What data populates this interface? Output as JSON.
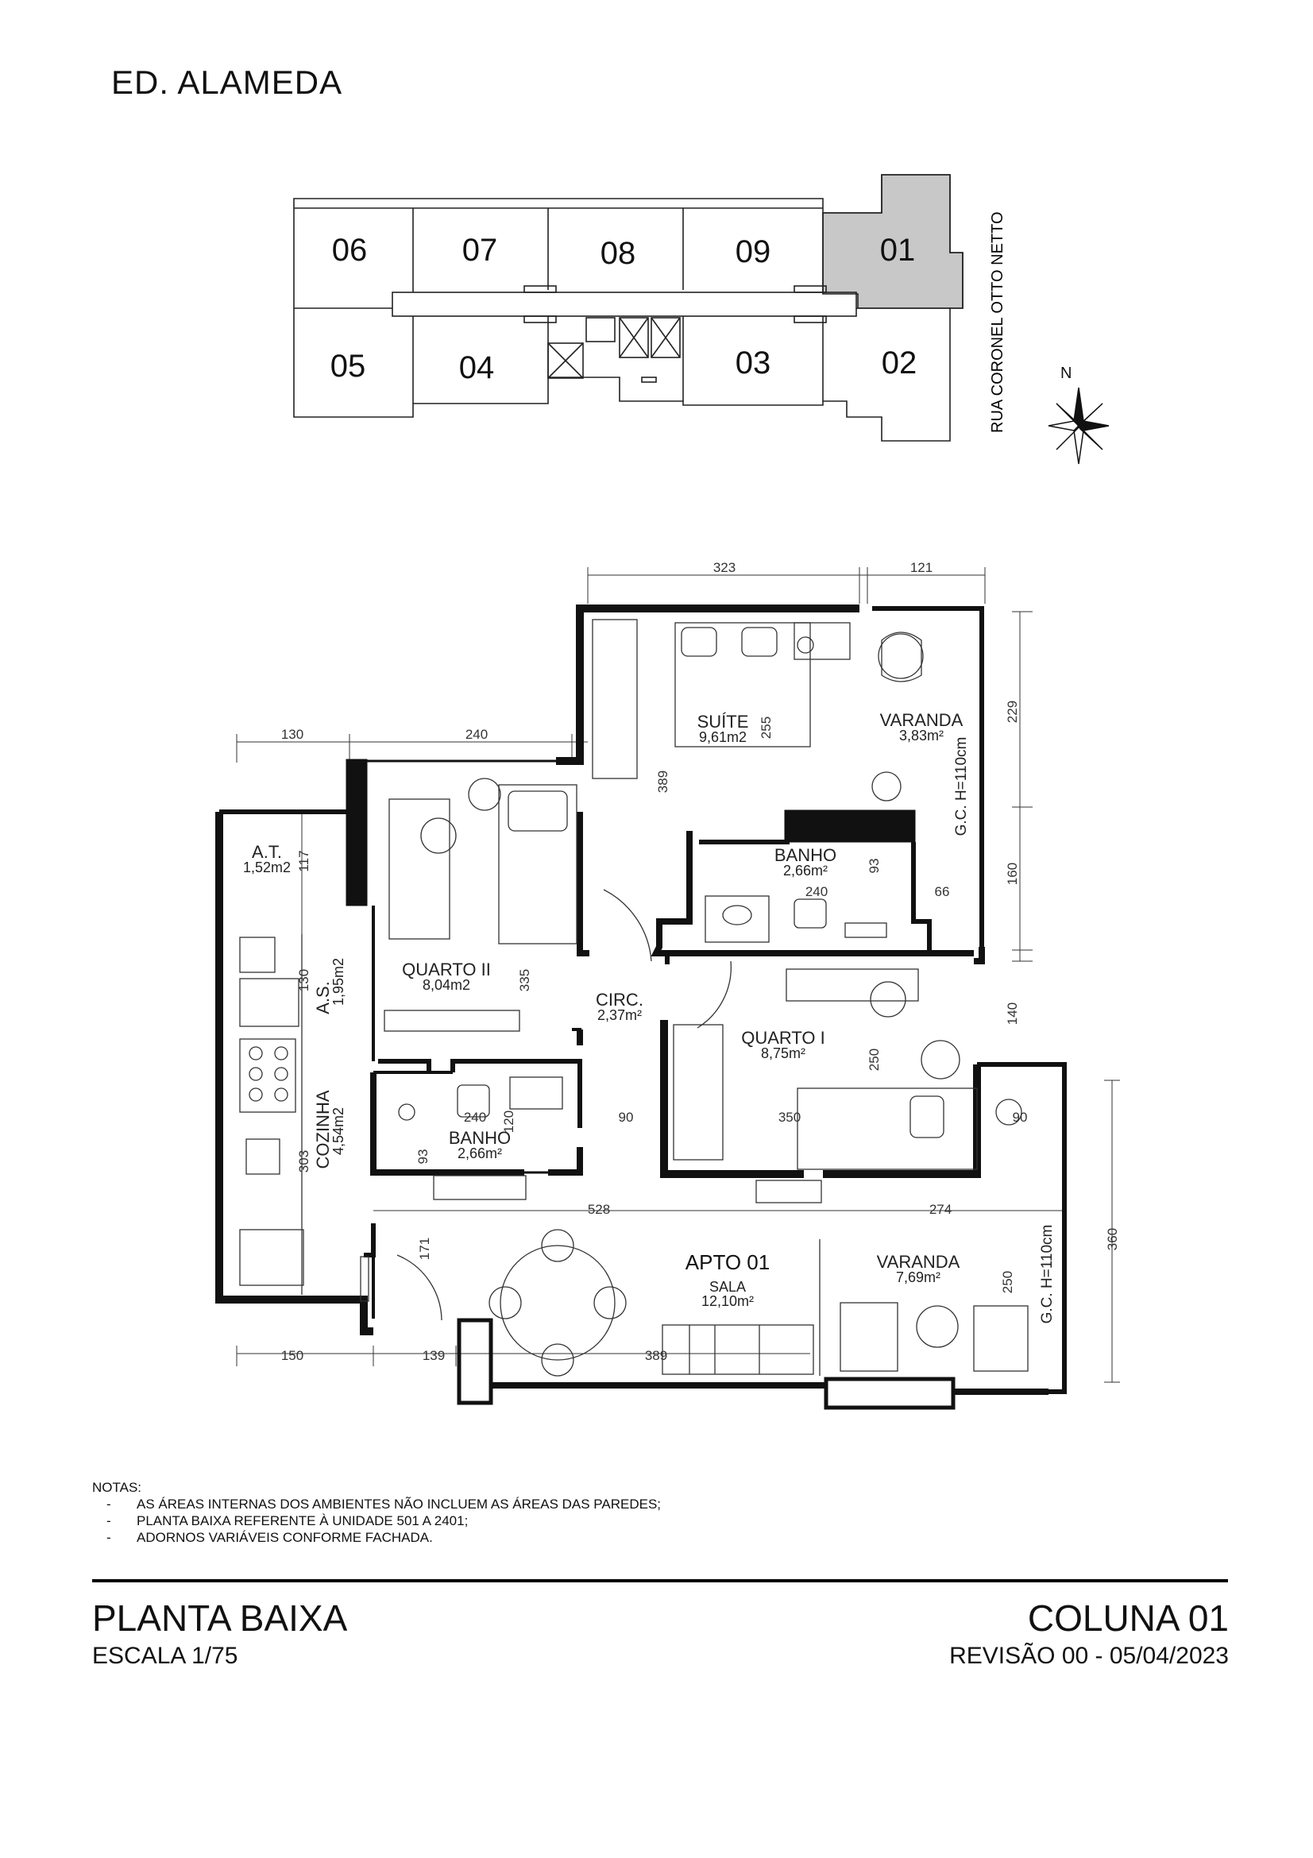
{
  "building_name": "ED. ALAMEDA",
  "key_plan": {
    "units_top": [
      "06",
      "07",
      "08",
      "09",
      "01"
    ],
    "units_bottom": [
      "05",
      "04",
      "03",
      "02"
    ],
    "highlighted_unit": "01",
    "street": "RUA CORONEL OTTO NETTO",
    "north": "N"
  },
  "floor_plan": {
    "apartment": "APTO 01",
    "rooms": {
      "suite": {
        "name": "SUÍTE",
        "area": "9,61m2"
      },
      "varanda_suite": {
        "name": "VARANDA",
        "area": "3,83m²"
      },
      "banho_suite": {
        "name": "BANHO",
        "area": "2,66m²"
      },
      "quarto2": {
        "name": "QUARTO  II",
        "area": "8,04m2"
      },
      "at": {
        "name": "A.T.",
        "area": "1,52m2"
      },
      "as": {
        "name": "A.S.",
        "area": "1,95m2"
      },
      "cozinha": {
        "name": "COZINHA",
        "area": "4,54m2"
      },
      "circ": {
        "name": "CIRC.",
        "area": "2,37m²"
      },
      "quarto1": {
        "name": "QUARTO  I",
        "area": "8,75m²"
      },
      "banho": {
        "name": "BANHO",
        "area": "2,66m²"
      },
      "sala": {
        "name": "SALA",
        "area": "12,10m²"
      },
      "varanda_sala": {
        "name": "VARANDA",
        "area": "7,69m²"
      }
    },
    "guard_rail_1": "G.C. H=110cm",
    "guard_rail_2": "G.C. H=110cm",
    "dimensions": {
      "top_323": "323",
      "top_121": "121",
      "top_130": "130",
      "top_240": "240",
      "r_229": "229",
      "r_160": "160",
      "r_140": "140",
      "r_360": "360",
      "left_117": "117",
      "left_130": "130",
      "left_303": "303",
      "bot_150": "150",
      "bot_139": "139",
      "bot_389": "389",
      "mid_528": "528",
      "mid_274": "274",
      "in_255": "255",
      "in_389": "389",
      "in_93a": "93",
      "in_240a": "240",
      "in_66": "66",
      "in_335": "335",
      "in_250a": "250",
      "in_350": "350",
      "in_90a": "90",
      "in_90b": "90",
      "in_120": "120",
      "in_240b": "240",
      "in_93b": "93",
      "in_171": "171",
      "in_250b": "250"
    }
  },
  "notes": {
    "title": "NOTAS:",
    "items": [
      "AS ÁREAS INTERNAS DOS AMBIENTES NÃO INCLUEM AS ÁREAS DAS PAREDES;",
      "PLANTA BAIXA REFERENTE À UNIDADE 501 A 2401;",
      "ADORNOS VARIÁVEIS CONFORME FACHADA."
    ]
  },
  "title_block": {
    "title": "PLANTA BAIXA",
    "scale": "ESCALA 1/75",
    "column": "COLUNA 01",
    "revision": "REVISÃO 00 - 05/04/2023"
  }
}
